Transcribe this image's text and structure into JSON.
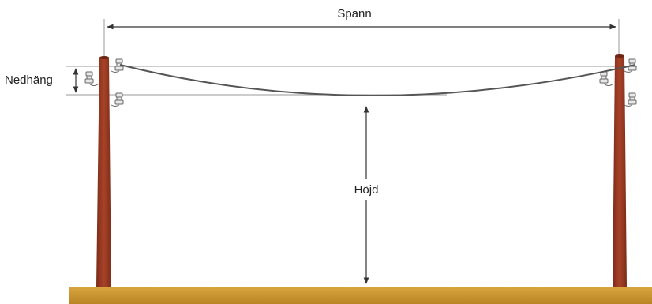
{
  "labels": {
    "span": "Spann",
    "sag": "Nedhäng",
    "height": "Höjd"
  },
  "colors": {
    "ground": "#c9952e",
    "pole": "#9b3a22",
    "cable": "#555555",
    "dimension": "#333333",
    "guide": "#9a9a9a",
    "insulator": "#e8e8e8"
  },
  "icons": [
    "insulator-icon"
  ]
}
